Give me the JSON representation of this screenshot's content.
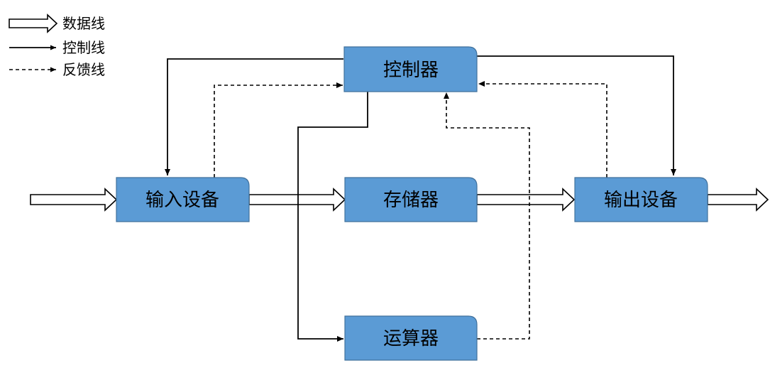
{
  "legend": {
    "data_line": "数据线",
    "control_line": "控制线",
    "feedback_line": "反馈线"
  },
  "nodes": {
    "controller": "控制器",
    "input_device": "输入设备",
    "memory": "存储器",
    "output_device": "输出设备",
    "alu": "运算器"
  },
  "colors": {
    "box_fill": "#5b9bd5",
    "box_stroke": "#41719c"
  }
}
